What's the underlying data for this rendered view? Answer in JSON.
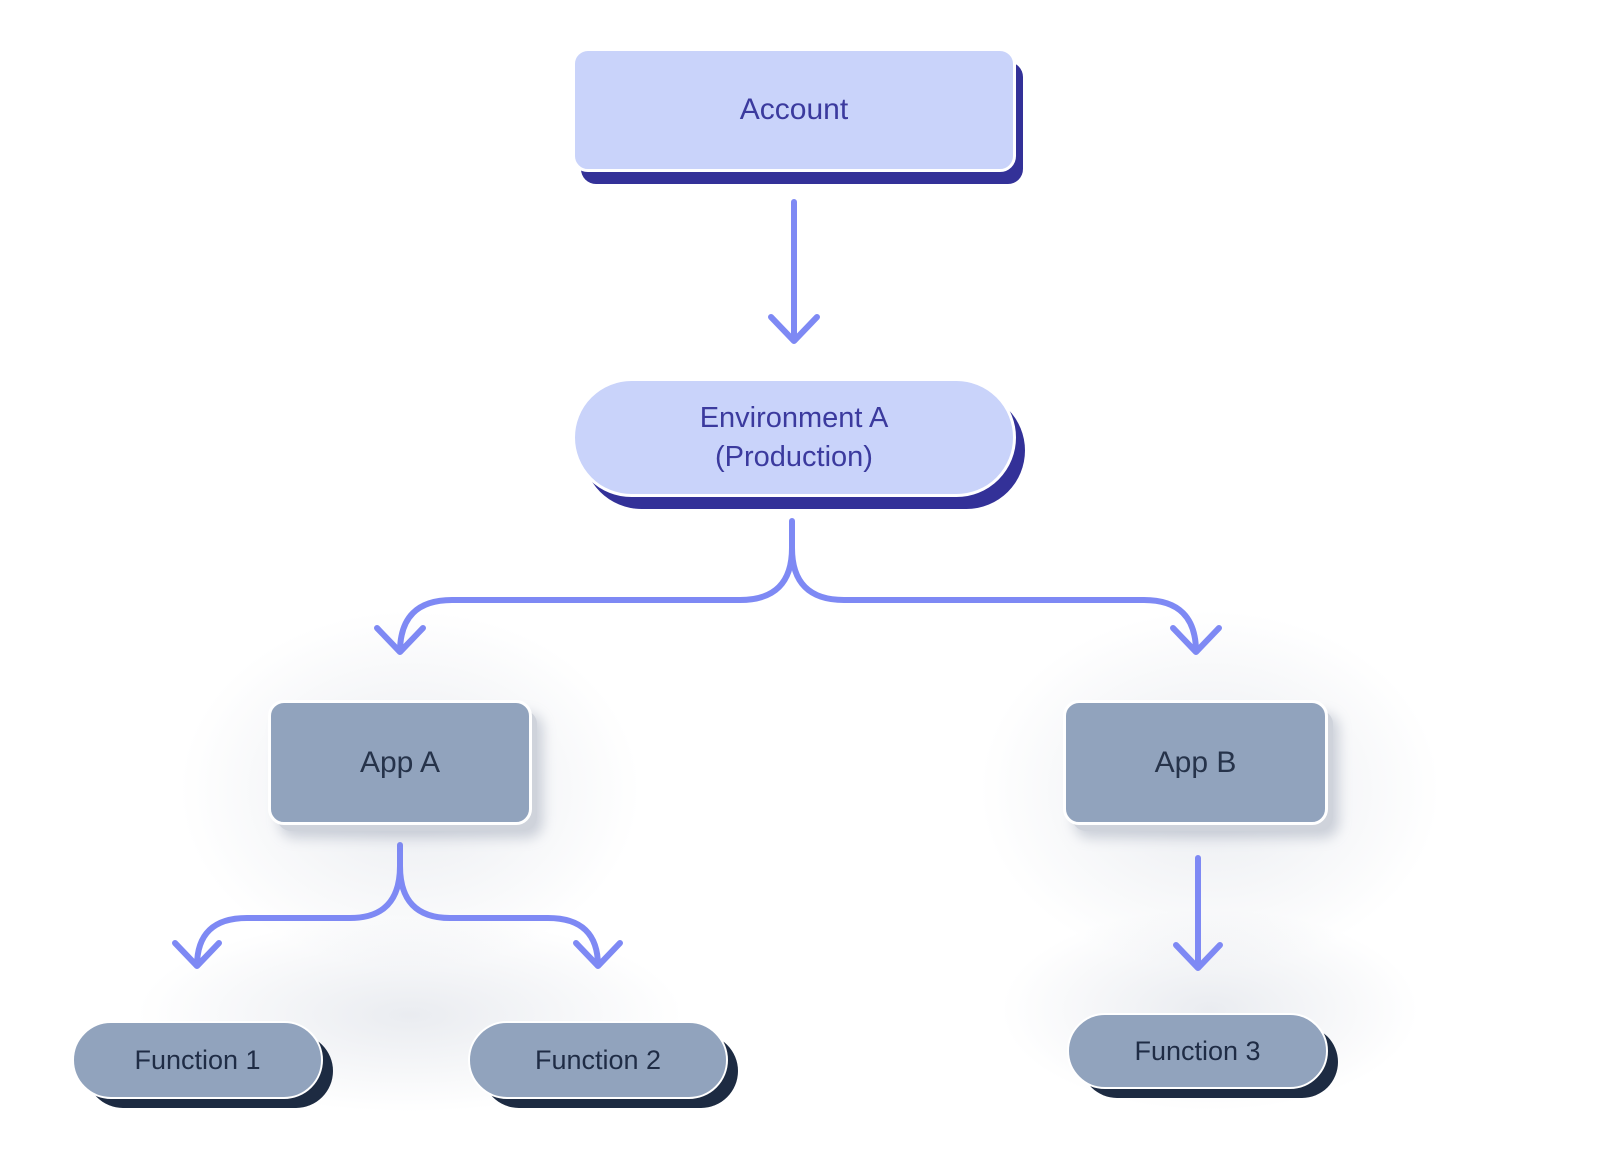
{
  "diagram": {
    "nodes": {
      "account": {
        "label": "Account"
      },
      "environment": {
        "label_line1": "Environment A",
        "label_line2": "(Production)"
      },
      "app_a": {
        "label": "App A"
      },
      "app_b": {
        "label": "App B"
      },
      "function_1": {
        "label": "Function 1"
      },
      "function_2": {
        "label": "Function 2"
      },
      "function_3": {
        "label": "Function 3"
      }
    },
    "theme": {
      "background": "#ffffff",
      "node_fill_indigo": "#c9d3fa",
      "node_shadow_indigo": "#333198",
      "node_text_indigo": "#3b3a9e",
      "node_fill_gray": "#91a3bd",
      "node_shadow_gray": "#cfd3db",
      "node_text_dark": "#26334a",
      "node_text_navy": "#1f2c45",
      "node_shadow_navy": "#1d2b42",
      "arrow_color": "#7e89f4"
    }
  }
}
